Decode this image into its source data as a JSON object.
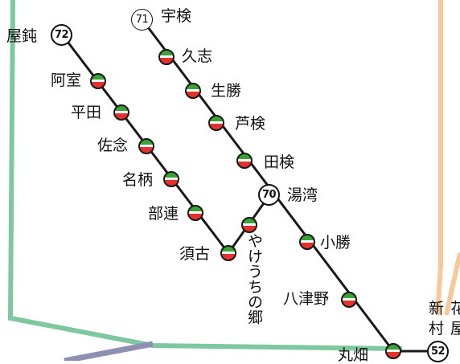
{
  "map": {
    "colors": {
      "route_line": "#1a1a1a",
      "green_route": "#7ec8a0",
      "orange_route": "#f7c89a",
      "purple_route": "#8f8fb4",
      "stop_green": "#3aa335",
      "stop_red": "#e5322d"
    },
    "route_numbers": {
      "r71": "71",
      "r72": "72",
      "r70": "70",
      "r52": "52"
    },
    "stops": {
      "ukan": "宇検",
      "kushi": "久志",
      "ikachi": "生勝",
      "ashiken": "芦検",
      "taken": "田検",
      "yuwan": "湯湾",
      "okachi": "小勝",
      "yatsuno": "八津野",
      "maruhata": "丸畑",
      "yadon": "屋鈍",
      "amuro": "阿室",
      "hirata": "平田",
      "sanen": "佐念",
      "nagara": "名柄",
      "buren": "部連",
      "suko": "須古",
      "yakeuchi": "やけうちの郷",
      "shin": "新",
      "mura": "村"
    }
  }
}
